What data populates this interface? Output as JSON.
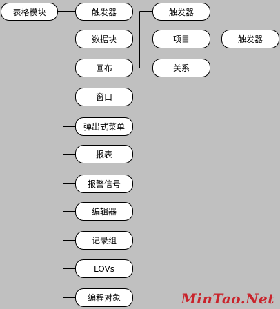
{
  "diagram": {
    "root": "表格模块",
    "children": [
      {
        "label": "触发器"
      },
      {
        "label": "数据块",
        "children": [
          {
            "label": "触发器"
          },
          {
            "label": "项目",
            "children": [
              {
                "label": "触发器"
              }
            ]
          },
          {
            "label": "关系"
          }
        ]
      },
      {
        "label": "画布"
      },
      {
        "label": "窗口"
      },
      {
        "label": "弹出式菜单"
      },
      {
        "label": "报表"
      },
      {
        "label": "报警信号"
      },
      {
        "label": "编辑器"
      },
      {
        "label": "记录组"
      },
      {
        "label": "LOVs"
      },
      {
        "label": "编程对象"
      }
    ]
  },
  "watermark": "MinTao.Net",
  "colors": {
    "background": "#c0c0c0",
    "node_fill": "#ffffff",
    "line": "#000000",
    "watermark": "#c9232b"
  }
}
